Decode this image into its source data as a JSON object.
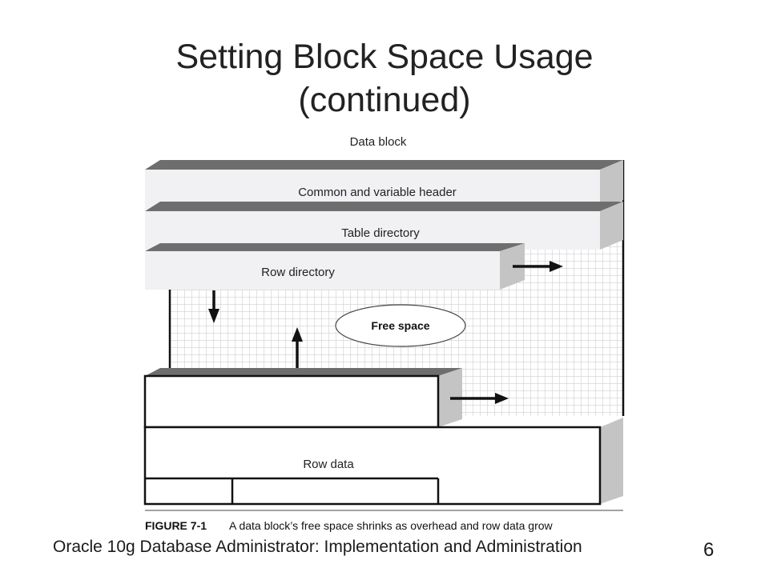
{
  "slide": {
    "title_line1": "Setting Block Space Usage",
    "title_line2": "(continued)",
    "footer": "Oracle 10g Database Administrator: Implementation and Administration",
    "page_number": "6"
  },
  "diagram": {
    "block_label": "Data block",
    "header_label": "Common and variable header",
    "table_dir_label": "Table directory",
    "row_dir_label": "Row directory",
    "free_space_label": "Free space",
    "row_data_label": "Row data",
    "caption_prefix": "FIGURE 7-1",
    "caption_text": "A data block’s free space shrinks as overhead and row data grow"
  },
  "colors": {
    "bar_face": "#f1f1f4",
    "bar_top": "#6e6e6e",
    "bar_side": "#c4c4c4",
    "grid": "#cfcfcf",
    "arrow": "#111111"
  }
}
